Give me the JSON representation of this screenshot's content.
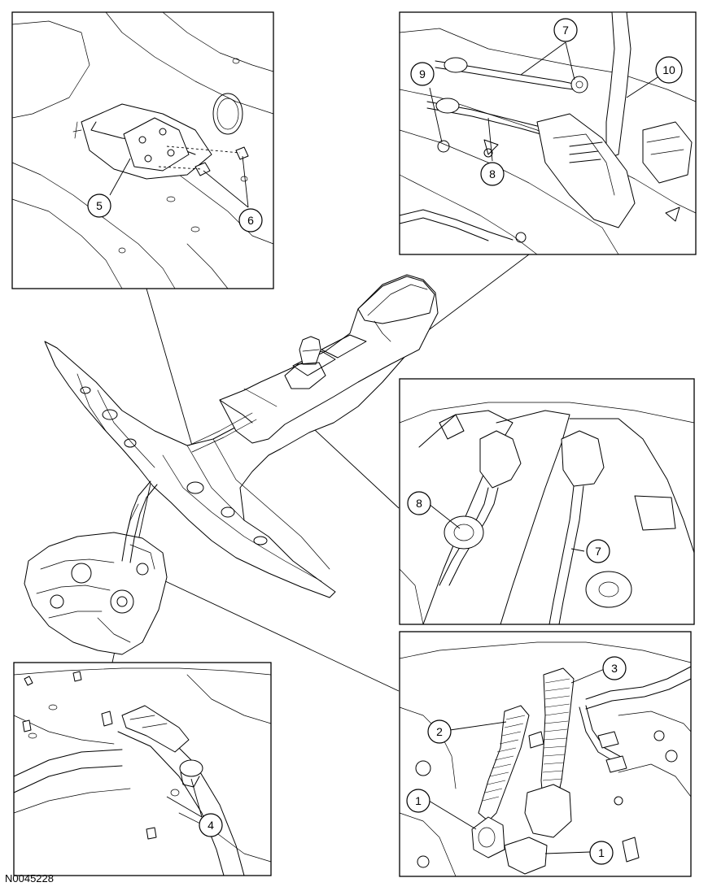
{
  "figure_id": "N0045228",
  "callouts": {
    "top_left_panel": [
      "5",
      "6"
    ],
    "top_right_panel": [
      "7",
      "9",
      "10",
      "8"
    ],
    "middle_right_panel": [
      "8",
      "7"
    ],
    "bottom_right_panel": [
      "3",
      "2",
      "1",
      "1"
    ],
    "bottom_left_panel": [
      "4"
    ]
  }
}
